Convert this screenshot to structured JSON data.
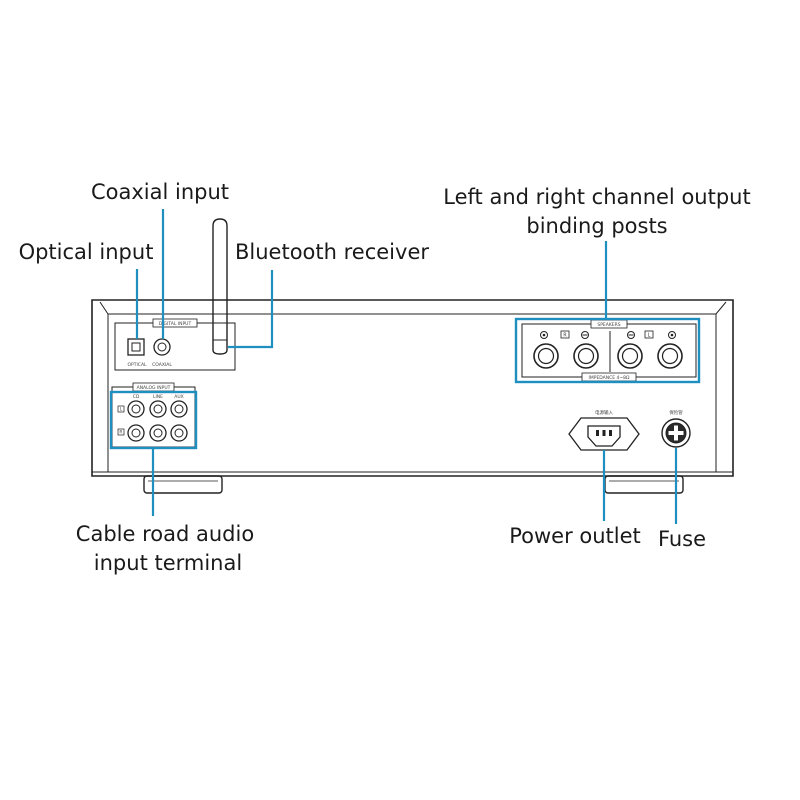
{
  "callouts": {
    "coaxial": "Coaxial input",
    "optical": "Optical input",
    "bluetooth": "Bluetooth receiver",
    "speaker_line1": "Left and right channel output",
    "speaker_line2": "binding posts",
    "analog_line1": "Cable road audio",
    "analog_line2": "input terminal",
    "power": "Power outlet",
    "fuse": "Fuse"
  },
  "panel": {
    "digital_input": "DIGITAL INPUT",
    "optical": "OPTICAL",
    "coaxial": "COAXIAL",
    "analog_input": "ANALOG INPUT",
    "analog_cols": [
      "CD",
      "LINE",
      "AUX"
    ],
    "analog_rows": [
      "L",
      "R"
    ],
    "speakers": "SPEAKERS",
    "impedance": "IMPEDANCE 4~8Ω",
    "speaker_marks": [
      "R",
      "L"
    ],
    "power_label": "电源输入",
    "fuse_label": "保险管"
  },
  "colors": {
    "accent": "#1f8fc0",
    "line": "#222222",
    "chassis": "#ffffff"
  }
}
